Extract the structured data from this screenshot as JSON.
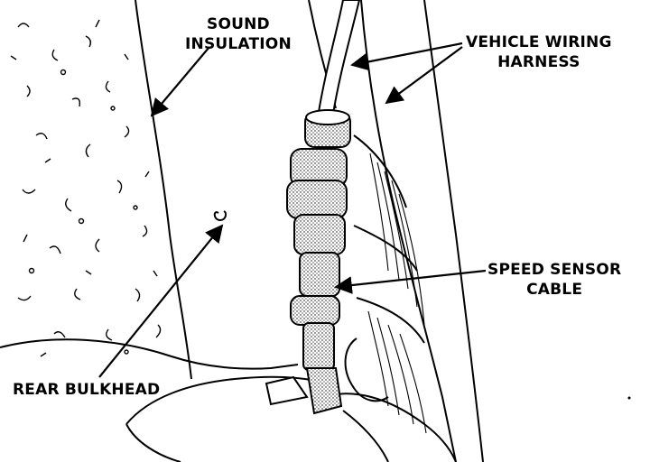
{
  "labels": {
    "sound_insulation": {
      "line1": "SOUND",
      "line2": "INSULATION"
    },
    "vehicle_wiring_harness": {
      "line1": "VEHICLE WIRING",
      "line2": "HARNESS"
    },
    "speed_sensor_cable": {
      "line1": "SPEED SENSOR",
      "line2": "CABLE"
    },
    "rear_bulkhead": {
      "line1": "REAR BULKHEAD"
    }
  },
  "colors": {
    "ink": "#000000",
    "paper": "#ffffff",
    "stipple": "#8a8a8a"
  }
}
